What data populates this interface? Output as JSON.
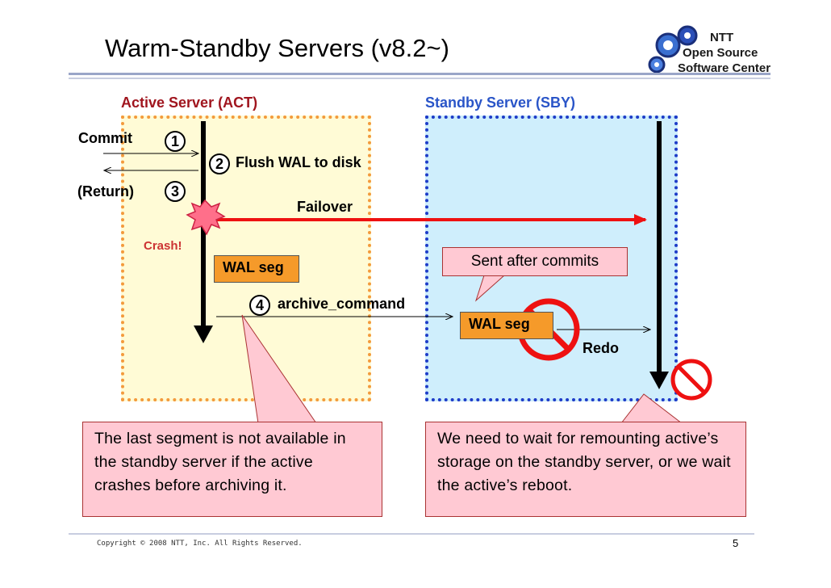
{
  "slide": {
    "title": "Warm-Standby Servers (v8.2~)",
    "logo": {
      "line1": "NTT",
      "line2": "Open Source",
      "line3": "Software Center"
    },
    "active_label": "Active Server (ACT)",
    "standby_label": "Standby Server (SBY)",
    "commit_label": "Commit",
    "return_label": "(Return)",
    "step1": "1",
    "step2": "2",
    "step3": "3",
    "step4": "4",
    "flush_label": "Flush WAL to disk",
    "failover_label": "Failover",
    "crash_label": "Crash!",
    "walseg_active": "WAL seg",
    "walseg_standby": "WAL seg",
    "archive_label": "archive_command",
    "redo_label": "Redo",
    "callout_sent": "Sent after commits",
    "callout_left": "The last segment is not available in the standby server if the active crashes before archiving it.",
    "callout_right": "We need to wait for remounting active’s storage on the standby server, or we wait the active’s reboot.",
    "footer_copyright": "Copyright © 2008 NTT, Inc. All Rights Reserved.",
    "page_number": "5"
  },
  "colors": {
    "active_fill": "#fffbd6",
    "active_border": "#f39a3c",
    "standby_fill": "#cfeefc",
    "standby_border": "#1e3cc8",
    "failover_arrow": "#ee1111",
    "walseg": "#f59a2a",
    "callout": "#ffc9d3"
  }
}
